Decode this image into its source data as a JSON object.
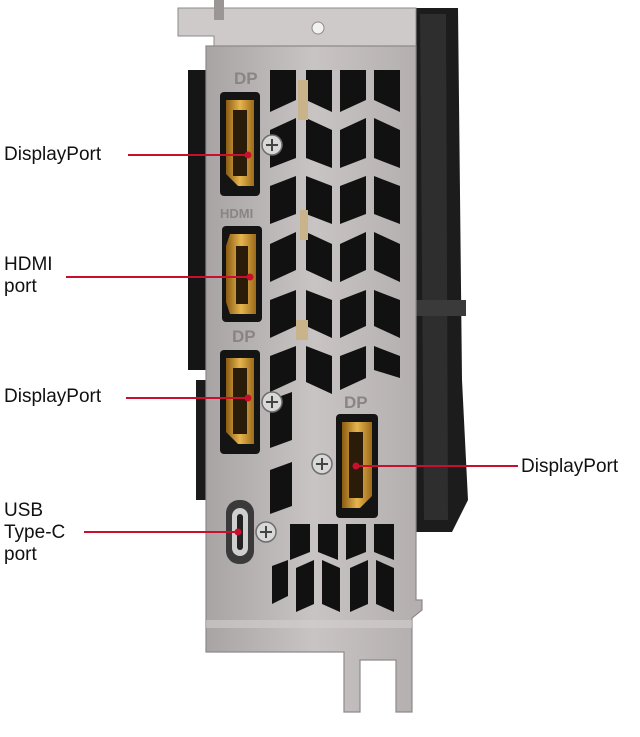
{
  "bracket": {
    "engravings": {
      "dp_top": "DP",
      "hdmi": "HDMI",
      "dp_middle": "DP",
      "dp_right": "DP"
    }
  },
  "callouts": [
    {
      "id": "displayport-1",
      "lines": [
        "DisplayPort"
      ]
    },
    {
      "id": "hdmi-port",
      "lines": [
        "HDMI",
        "port"
      ]
    },
    {
      "id": "displayport-2",
      "lines": [
        "DisplayPort"
      ]
    },
    {
      "id": "displayport-3",
      "lines": [
        "DisplayPort"
      ]
    },
    {
      "id": "usb-type-c-port",
      "lines": [
        "USB",
        "Type-C",
        "port"
      ]
    }
  ],
  "colors": {
    "leader_line": "#c8102e",
    "bracket_metal": "#bdb8b8",
    "port_gold": "#d7a23a",
    "cooler_black": "#1a1a1a"
  }
}
